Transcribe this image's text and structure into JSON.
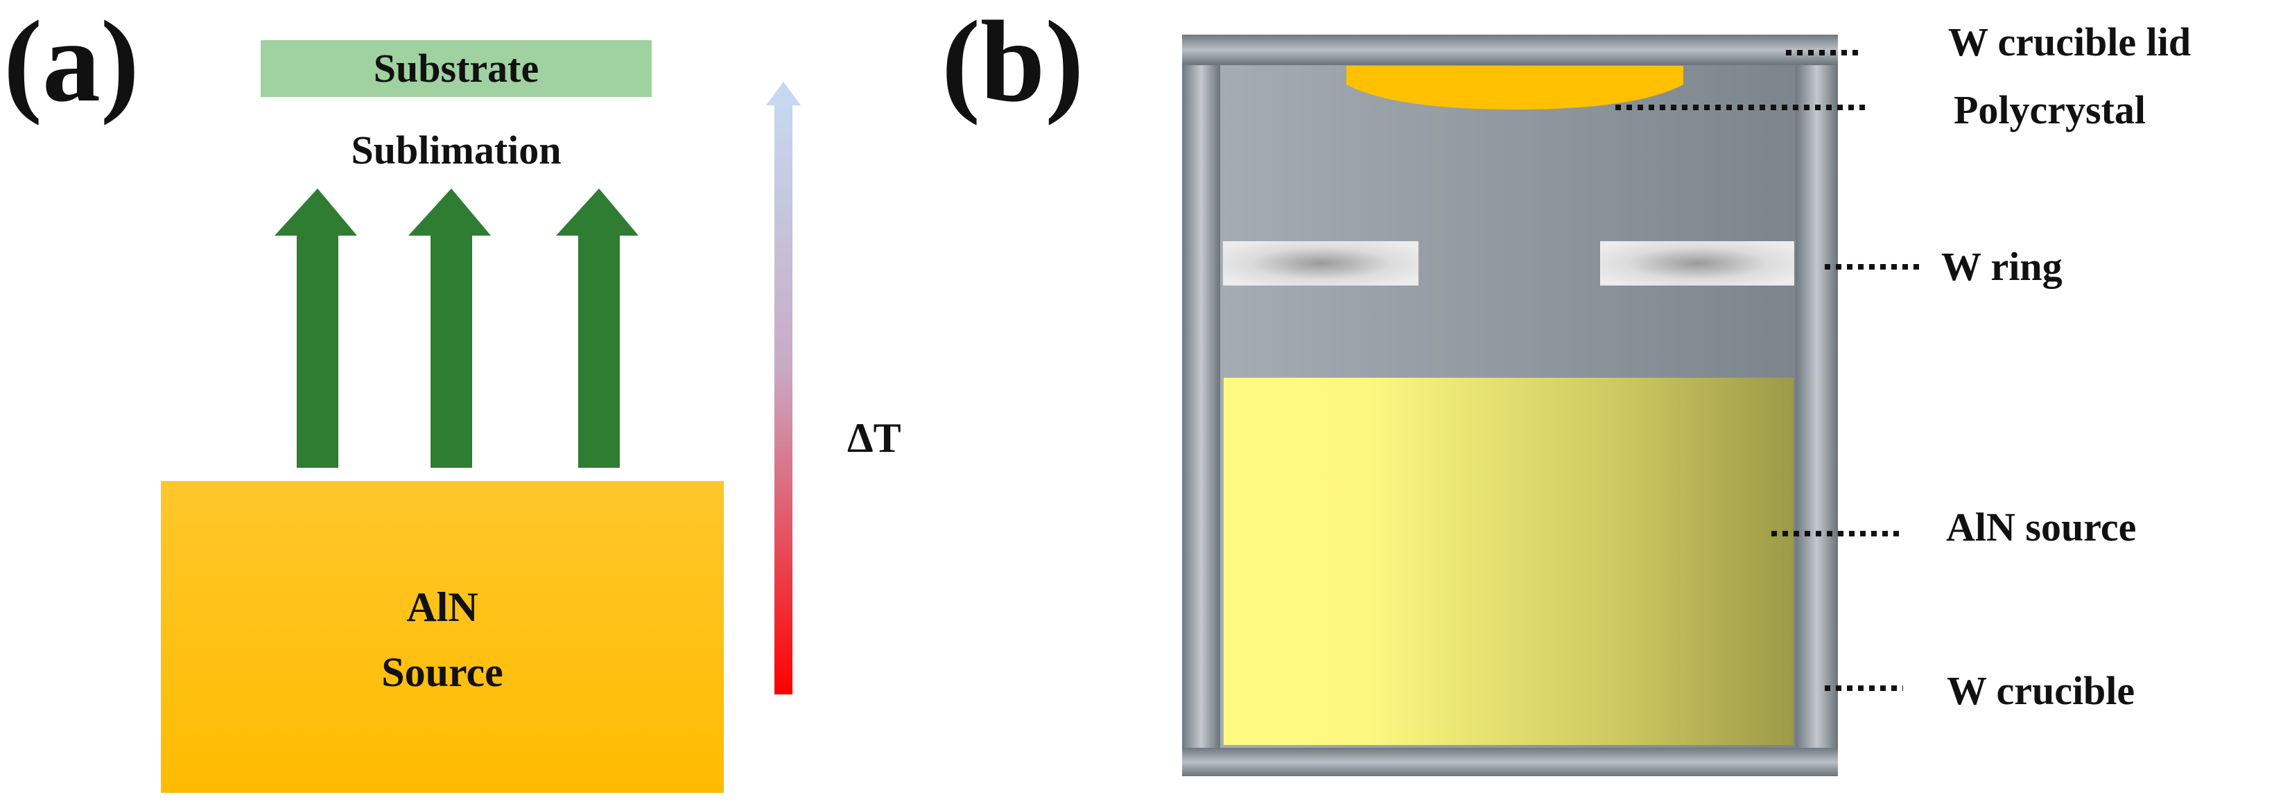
{
  "panel_a": {
    "label": "(a)",
    "substrate_label": "Substrate",
    "sublimation_label": "Sublimation",
    "source_label_line1": "AlN",
    "source_label_line2": "Source",
    "gradient_label": "ΔT",
    "colors": {
      "substrate": "#96cc96",
      "arrows": "#2e7d32",
      "source": "#ffc000",
      "gradient_top": "#c5d8ef",
      "gradient_bottom": "#ff0000"
    }
  },
  "panel_b": {
    "label": "(b)",
    "labels": {
      "lid": "W crucible lid",
      "polycrystal": "Polycrystal",
      "ring": "W ring",
      "aln_source": "AlN source",
      "crucible": "W crucible"
    },
    "colors": {
      "crucible_wall": "#7f8a92",
      "cavity": "#9aa3aa",
      "polycrystal": "#ffc000",
      "ring": "#d9d9d9",
      "aln_source": "#ffff80"
    }
  }
}
